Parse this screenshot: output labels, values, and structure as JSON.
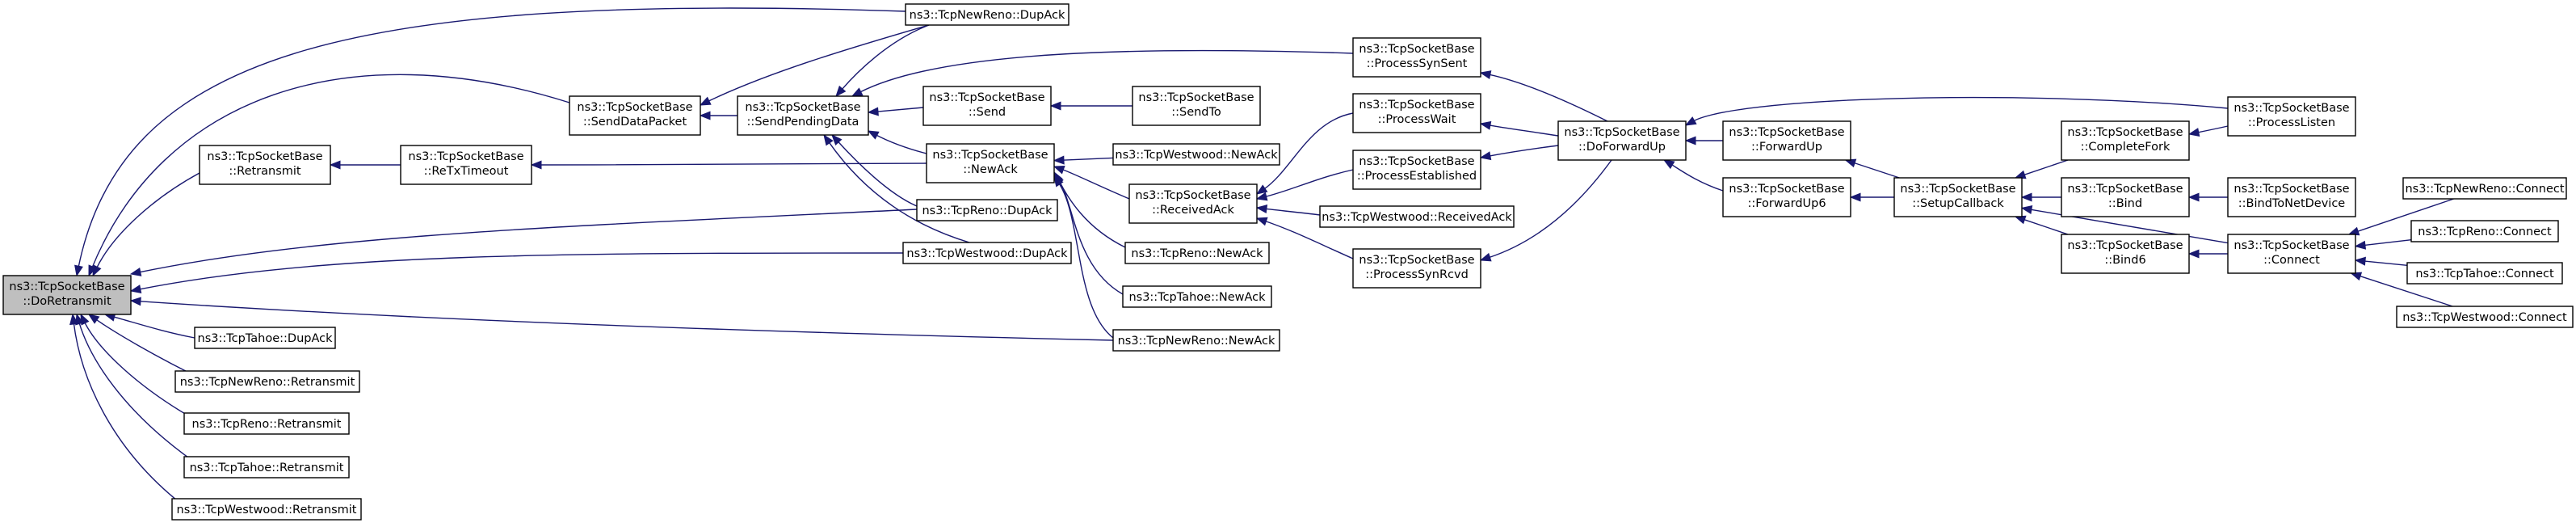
{
  "graph": {
    "title": "",
    "nodes": [
      {
        "id": "doretransmit",
        "lines": [
          "ns3::TcpSocketBase",
          "::DoRetransmit"
        ],
        "root": true
      },
      {
        "id": "retransmit",
        "lines": [
          "ns3::TcpSocketBase",
          "::Retransmit"
        ]
      },
      {
        "id": "tahoe_dupack",
        "lines": [
          "ns3::TcpTahoe::DupAck"
        ]
      },
      {
        "id": "newreno_retransmit",
        "lines": [
          "ns3::TcpNewReno::Retransmit"
        ]
      },
      {
        "id": "reno_retransmit",
        "lines": [
          "ns3::TcpReno::Retransmit"
        ]
      },
      {
        "id": "tahoe_retransmit",
        "lines": [
          "ns3::TcpTahoe::Retransmit"
        ]
      },
      {
        "id": "westwood_retransmit",
        "lines": [
          "ns3::TcpWestwood::Retransmit"
        ]
      },
      {
        "id": "retxtimeout",
        "lines": [
          "ns3::TcpSocketBase",
          "::ReTxTimeout"
        ]
      },
      {
        "id": "senddatapacket",
        "lines": [
          "ns3::TcpSocketBase",
          "::SendDataPacket"
        ]
      },
      {
        "id": "sendpendingdata",
        "lines": [
          "ns3::TcpSocketBase",
          "::SendPendingData"
        ]
      },
      {
        "id": "newreno_dupack",
        "lines": [
          "ns3::TcpNewReno::DupAck"
        ]
      },
      {
        "id": "send",
        "lines": [
          "ns3::TcpSocketBase",
          "::Send"
        ]
      },
      {
        "id": "sendto",
        "lines": [
          "ns3::TcpSocketBase",
          "::SendTo"
        ]
      },
      {
        "id": "newack",
        "lines": [
          "ns3::TcpSocketBase",
          "::NewAck"
        ]
      },
      {
        "id": "reno_dupack",
        "lines": [
          "ns3::TcpReno::DupAck"
        ]
      },
      {
        "id": "westwood_dupack",
        "lines": [
          "ns3::TcpWestwood::DupAck"
        ]
      },
      {
        "id": "westwood_newack",
        "lines": [
          "ns3::TcpWestwood::NewAck"
        ]
      },
      {
        "id": "receivedack",
        "lines": [
          "ns3::TcpSocketBase",
          "::ReceivedAck"
        ]
      },
      {
        "id": "reno_newack",
        "lines": [
          "ns3::TcpReno::NewAck"
        ]
      },
      {
        "id": "tahoe_newack",
        "lines": [
          "ns3::TcpTahoe::NewAck"
        ]
      },
      {
        "id": "newreno_newack",
        "lines": [
          "ns3::TcpNewReno::NewAck"
        ]
      },
      {
        "id": "processsynsent",
        "lines": [
          "ns3::TcpSocketBase",
          "::ProcessSynSent"
        ]
      },
      {
        "id": "processwait",
        "lines": [
          "ns3::TcpSocketBase",
          "::ProcessWait"
        ]
      },
      {
        "id": "processestablished",
        "lines": [
          "ns3::TcpSocketBase",
          "::ProcessEstablished"
        ]
      },
      {
        "id": "westwood_receivedack",
        "lines": [
          "ns3::TcpWestwood::ReceivedAck"
        ]
      },
      {
        "id": "processsynrcvd",
        "lines": [
          "ns3::TcpSocketBase",
          "::ProcessSynRcvd"
        ]
      },
      {
        "id": "doforwardup",
        "lines": [
          "ns3::TcpSocketBase",
          "::DoForwardUp"
        ]
      },
      {
        "id": "forwardup",
        "lines": [
          "ns3::TcpSocketBase",
          "::ForwardUp"
        ]
      },
      {
        "id": "forwardup6",
        "lines": [
          "ns3::TcpSocketBase",
          "::ForwardUp6"
        ]
      },
      {
        "id": "setupcallback",
        "lines": [
          "ns3::TcpSocketBase",
          "::SetupCallback"
        ]
      },
      {
        "id": "completefork",
        "lines": [
          "ns3::TcpSocketBase",
          "::CompleteFork"
        ]
      },
      {
        "id": "bind",
        "lines": [
          "ns3::TcpSocketBase",
          "::Bind"
        ]
      },
      {
        "id": "bind6",
        "lines": [
          "ns3::TcpSocketBase",
          "::Bind6"
        ]
      },
      {
        "id": "processlisten",
        "lines": [
          "ns3::TcpSocketBase",
          "::ProcessListen"
        ]
      },
      {
        "id": "bindtonetdevice",
        "lines": [
          "ns3::TcpSocketBase",
          "::BindToNetDevice"
        ]
      },
      {
        "id": "connect",
        "lines": [
          "ns3::TcpSocketBase",
          "::Connect"
        ]
      },
      {
        "id": "newreno_connect",
        "lines": [
          "ns3::TcpNewReno::Connect"
        ]
      },
      {
        "id": "reno_connect",
        "lines": [
          "ns3::TcpReno::Connect"
        ]
      },
      {
        "id": "tahoe_connect",
        "lines": [
          "ns3::TcpTahoe::Connect"
        ]
      },
      {
        "id": "westwood_connect",
        "lines": [
          "ns3::TcpWestwood::Connect"
        ]
      }
    ],
    "edges": [
      {
        "from": "retransmit",
        "to": "doretransmit"
      },
      {
        "from": "tahoe_dupack",
        "to": "doretransmit"
      },
      {
        "from": "newreno_retransmit",
        "to": "doretransmit"
      },
      {
        "from": "reno_retransmit",
        "to": "doretransmit"
      },
      {
        "from": "tahoe_retransmit",
        "to": "doretransmit"
      },
      {
        "from": "westwood_retransmit",
        "to": "doretransmit"
      },
      {
        "from": "newreno_dupack",
        "to": "doretransmit"
      },
      {
        "from": "senddatapacket",
        "to": "doretransmit"
      },
      {
        "from": "reno_dupack",
        "to": "doretransmit"
      },
      {
        "from": "westwood_dupack",
        "to": "doretransmit"
      },
      {
        "from": "newreno_newack",
        "to": "doretransmit"
      },
      {
        "from": "retxtimeout",
        "to": "retransmit"
      },
      {
        "from": "newack",
        "to": "retxtimeout"
      },
      {
        "from": "sendpendingdata",
        "to": "senddatapacket"
      },
      {
        "from": "newreno_dupack",
        "to": "senddatapacket"
      },
      {
        "from": "send",
        "to": "sendpendingdata"
      },
      {
        "from": "newack",
        "to": "sendpendingdata"
      },
      {
        "from": "processsynsent",
        "to": "sendpendingdata"
      },
      {
        "from": "newreno_dupack",
        "to": "sendpendingdata"
      },
      {
        "from": "reno_dupack",
        "to": "sendpendingdata"
      },
      {
        "from": "westwood_dupack",
        "to": "sendpendingdata"
      },
      {
        "from": "sendto",
        "to": "send"
      },
      {
        "from": "westwood_newack",
        "to": "newack"
      },
      {
        "from": "receivedack",
        "to": "newack"
      },
      {
        "from": "reno_newack",
        "to": "newack"
      },
      {
        "from": "tahoe_newack",
        "to": "newack"
      },
      {
        "from": "newreno_newack",
        "to": "newack"
      },
      {
        "from": "processwait",
        "to": "receivedack"
      },
      {
        "from": "processestablished",
        "to": "receivedack"
      },
      {
        "from": "westwood_receivedack",
        "to": "receivedack"
      },
      {
        "from": "processsynrcvd",
        "to": "receivedack"
      },
      {
        "from": "doforwardup",
        "to": "processsynsent"
      },
      {
        "from": "doforwardup",
        "to": "processwait"
      },
      {
        "from": "doforwardup",
        "to": "processestablished"
      },
      {
        "from": "doforwardup",
        "to": "processsynrcvd"
      },
      {
        "from": "forwardup",
        "to": "doforwardup"
      },
      {
        "from": "forwardup6",
        "to": "doforwardup"
      },
      {
        "from": "processlisten",
        "to": "doforwardup"
      },
      {
        "from": "setupcallback",
        "to": "forwardup"
      },
      {
        "from": "setupcallback",
        "to": "forwardup6"
      },
      {
        "from": "completefork",
        "to": "setupcallback"
      },
      {
        "from": "bind",
        "to": "setupcallback"
      },
      {
        "from": "bind6",
        "to": "setupcallback"
      },
      {
        "from": "connect",
        "to": "setupcallback"
      },
      {
        "from": "processlisten",
        "to": "completefork"
      },
      {
        "from": "bindtonetdevice",
        "to": "bind"
      },
      {
        "from": "connect",
        "to": "bind6"
      },
      {
        "from": "newreno_connect",
        "to": "connect"
      },
      {
        "from": "reno_connect",
        "to": "connect"
      },
      {
        "from": "tahoe_connect",
        "to": "connect"
      },
      {
        "from": "westwood_connect",
        "to": "connect"
      }
    ]
  },
  "colors": {
    "edge": "#191970",
    "node_border": "#000000",
    "node_fill": "#ffffff",
    "root_fill": "#bfbfbf"
  }
}
